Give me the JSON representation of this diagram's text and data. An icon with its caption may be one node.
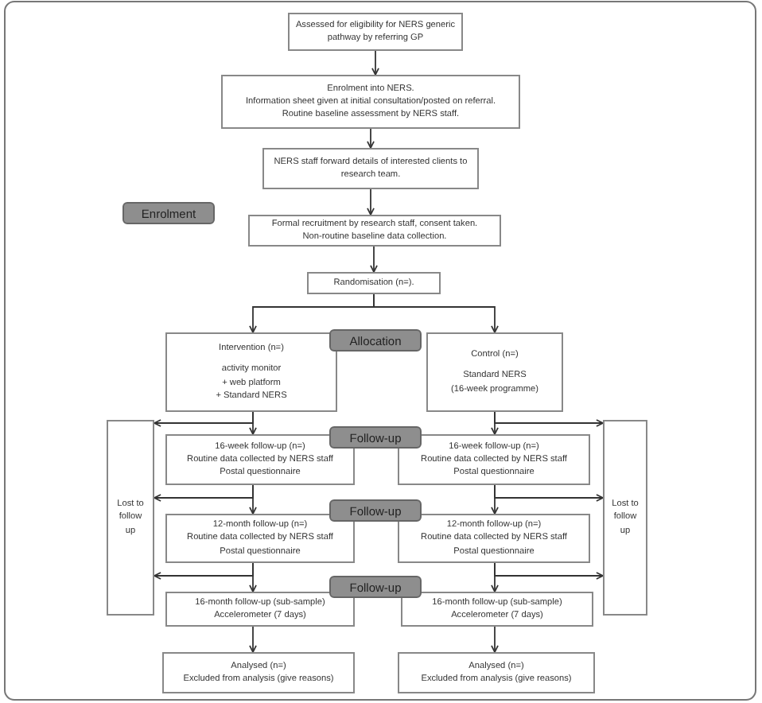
{
  "diagram": {
    "nodes": [
      {
        "text": [
          "Assessed for eligibility for NERS generic pathway by referring GP"
        ]
      },
      {
        "text": [
          "Enrolment into NERS.",
          "Information sheet given at initial consultation/posted on referral.",
          "Routine baseline assessment by NERS staff."
        ]
      },
      {
        "text": [
          "NERS staff forward details of interested clients to research team."
        ]
      },
      {
        "text": [
          "Enrolment"
        ]
      },
      {
        "text": [
          "Formal recruitment by research staff, consent taken.",
          "Non-routine baseline data collection."
        ]
      },
      {
        "text": [
          "Randomisation (n=)."
        ]
      },
      {
        "text": [
          "Intervention (n=)",
          "activity monitor",
          "+ web platform",
          "+ Standard NERS"
        ]
      },
      {
        "text": [
          "Allocation"
        ]
      },
      {
        "text": [
          "Control (n=)",
          "Standard NERS",
          "(16-week programme)"
        ]
      },
      {
        "text": [
          "Lost to follow up"
        ]
      },
      {
        "text": [
          "16-week follow-up (n=)",
          "Routine data collected by NERS staff",
          "Postal questionnaire"
        ]
      },
      {
        "text": [
          "Follow-up"
        ]
      },
      {
        "text": [
          "16-week follow-up (n=)",
          "Routine data collected by NERS staff",
          "Postal questionnaire"
        ]
      },
      {
        "text": [
          "Lost to follow up"
        ]
      },
      {
        "text": [
          "12-month follow-up (n=)",
          "Routine data collected by NERS staff",
          "Postal questionnaire"
        ]
      },
      {
        "text": [
          "Follow-up"
        ]
      },
      {
        "text": [
          "12-month follow-up (n=)",
          "Routine data collected by NERS staff",
          "Postal questionnaire"
        ]
      },
      {
        "text": [
          "Follow-up"
        ]
      },
      {
        "text": [
          "16-month follow-up (sub-sample)",
          "Accelerometer (7 days)"
        ]
      },
      {
        "text": [
          "16-month follow-up (sub-sample)",
          "Accelerometer (7 days)"
        ]
      },
      {
        "text": [
          "Analysed (n=)",
          "Excluded from analysis (give reasons)"
        ]
      },
      {
        "text": [
          "Analysed (n=)",
          "Excluded from analysis (give reasons)"
        ]
      }
    ],
    "edges": [
      {
        "from": 0,
        "to": 1,
        "arrow": "to"
      },
      {
        "from": 1,
        "to": 2,
        "arrow": "to"
      },
      {
        "from": 2,
        "to": 4,
        "arrow": "to"
      },
      {
        "from": 4,
        "to": 5,
        "arrow": "to"
      },
      {
        "from": 5,
        "to": 6,
        "arrow": "to"
      },
      {
        "from": 5,
        "to": 8,
        "arrow": "to"
      },
      {
        "from": 6,
        "to": 10,
        "arrow": "to"
      },
      {
        "from": 6,
        "to": 9,
        "arrow": "to"
      },
      {
        "from": 8,
        "to": 12,
        "arrow": "to"
      },
      {
        "from": 8,
        "to": 13,
        "arrow": "to"
      },
      {
        "from": 10,
        "to": 14,
        "arrow": "to"
      },
      {
        "from": 10,
        "to": 9,
        "arrow": "to"
      },
      {
        "from": 12,
        "to": 16,
        "arrow": "to"
      },
      {
        "from": 12,
        "to": 13,
        "arrow": "to"
      },
      {
        "from": 14,
        "to": 18,
        "arrow": "to"
      },
      {
        "from": 14,
        "to": 9,
        "arrow": "to"
      },
      {
        "from": 16,
        "to": 19,
        "arrow": "to"
      },
      {
        "from": 16,
        "to": 13,
        "arrow": "to"
      },
      {
        "from": 18,
        "to": 20,
        "arrow": "to"
      },
      {
        "from": 19,
        "to": 21,
        "arrow": "to"
      }
    ]
  }
}
